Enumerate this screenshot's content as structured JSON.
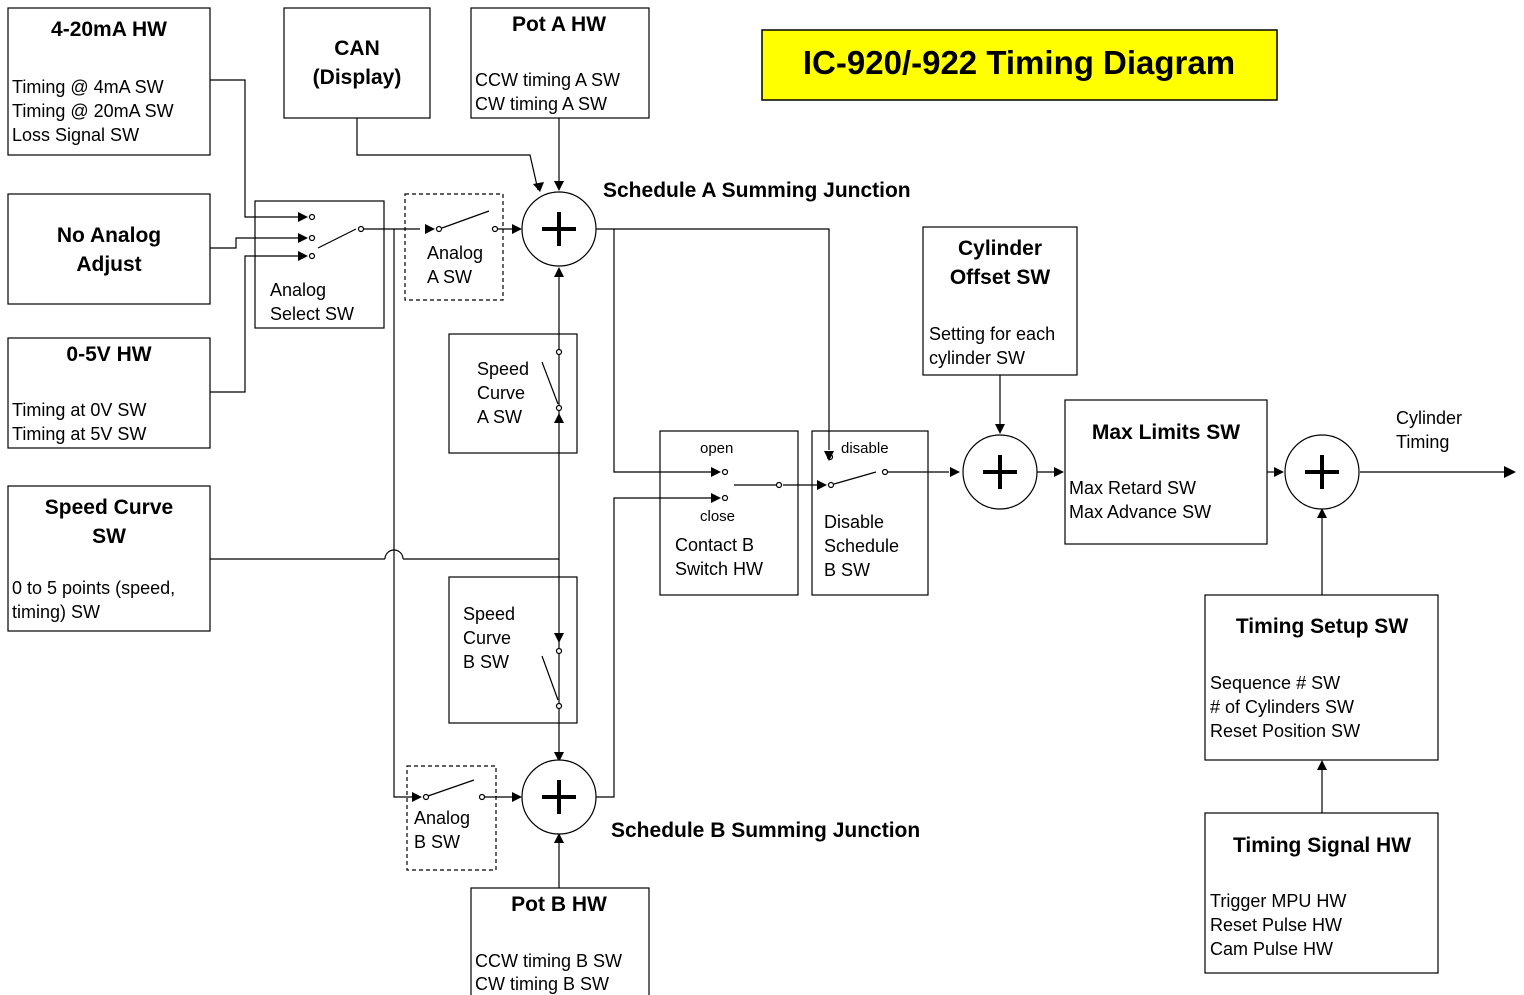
{
  "title": "IC-920/-922 Timing Diagram",
  "title_bg": "#ffff00",
  "blocks": {
    "ma420": {
      "title": "4-20mA HW",
      "lines": [
        "Timing @ 4mA SW",
        "Timing @ 20mA SW",
        "Loss Signal SW"
      ]
    },
    "no_analog": {
      "title": [
        "No Analog",
        "Adjust"
      ]
    },
    "v05": {
      "title": "0-5V HW",
      "lines": [
        "Timing at 0V SW",
        "Timing at 5V SW"
      ]
    },
    "speed_curve": {
      "title": [
        "Speed Curve",
        "SW"
      ],
      "lines": [
        "0 to 5 points (speed,",
        "timing) SW"
      ]
    },
    "can": {
      "title": [
        "CAN",
        "(Display)"
      ]
    },
    "pot_a": {
      "title": "Pot A HW",
      "lines": [
        "CCW timing A SW",
        "CW timing A SW"
      ]
    },
    "pot_b": {
      "title": "Pot B HW",
      "lines": [
        "CCW timing B SW",
        "CW timing B SW"
      ]
    },
    "analog_select": {
      "lines": [
        "Analog",
        "Select SW"
      ]
    },
    "analog_a": {
      "lines": [
        "Analog",
        "A SW"
      ]
    },
    "analog_b": {
      "lines": [
        "Analog",
        "B SW"
      ]
    },
    "speed_curve_a": {
      "lines": [
        "Speed",
        "Curve",
        "A SW"
      ]
    },
    "speed_curve_b": {
      "lines": [
        "Speed",
        "Curve",
        "B SW"
      ]
    },
    "contact_b": {
      "open": "open",
      "close": "close",
      "lines": [
        "Contact B",
        "Switch HW"
      ]
    },
    "disable_b": {
      "disable": "disable",
      "lines": [
        "Disable",
        "Schedule",
        "B SW"
      ]
    },
    "cylinder_offset": {
      "title": [
        "Cylinder",
        "Offset SW"
      ],
      "lines": [
        "Setting for each",
        "cylinder SW"
      ]
    },
    "max_limits": {
      "title": "Max Limits SW",
      "lines": [
        "Max Retard SW",
        "Max Advance SW"
      ]
    },
    "timing_setup": {
      "title": "Timing Setup SW",
      "lines": [
        "Sequence # SW",
        "# of Cylinders SW",
        "Reset Position SW"
      ]
    },
    "timing_signal": {
      "title": "Timing Signal HW",
      "lines": [
        "Trigger MPU HW",
        "Reset Pulse HW",
        "Cam Pulse HW"
      ]
    }
  },
  "junctions": {
    "sched_a": "Schedule A Summing Junction",
    "sched_b": "Schedule B Summing Junction",
    "symbol": "+"
  },
  "output": {
    "lines": [
      "Cylinder",
      "Timing"
    ]
  }
}
